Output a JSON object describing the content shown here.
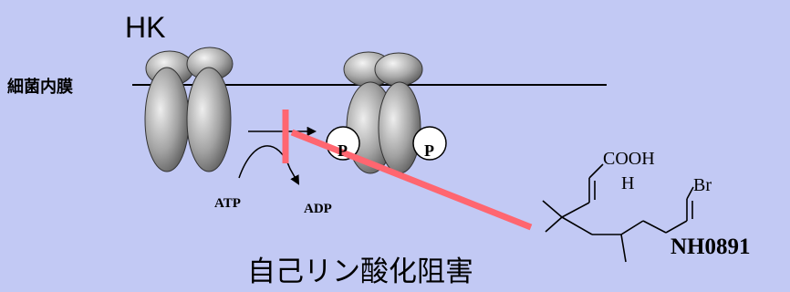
{
  "labels": {
    "kinase": "HK",
    "membrane": "細菌内膜",
    "atp": "ATP",
    "adp": "ADP",
    "phosphate": "P",
    "caption": "自己リン酸化阻害",
    "cooh": "COOH",
    "hydrogen": "H",
    "bromine": "Br",
    "compound": "NH0891"
  },
  "colors": {
    "background": "#c2c9f4",
    "inhibition": "#ff6670",
    "protein_light": "#f2f2f2",
    "protein_dark": "#5a5a5a"
  }
}
